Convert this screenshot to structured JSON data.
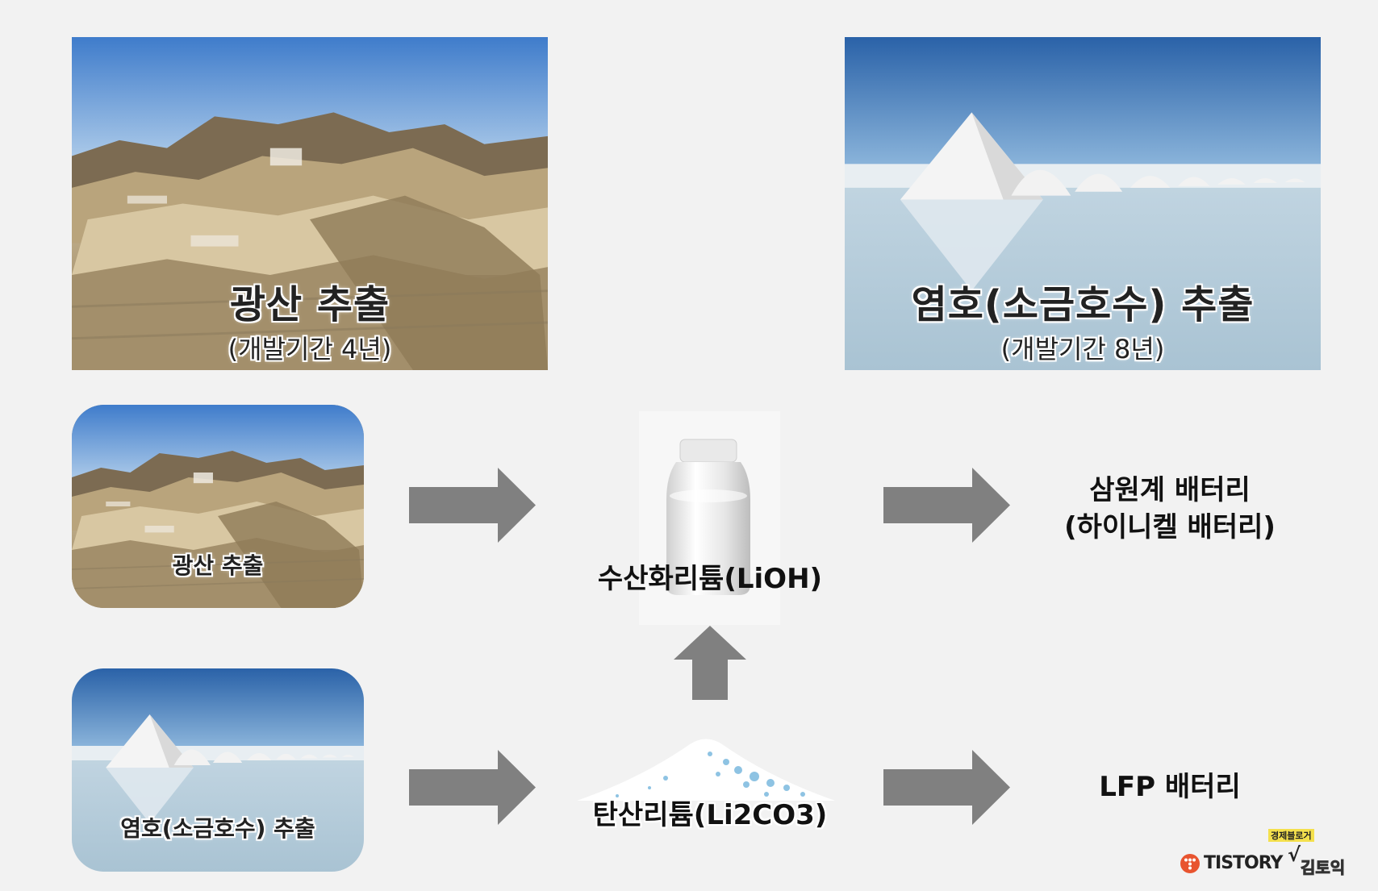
{
  "top": {
    "mine": {
      "title": "광산 추출",
      "subtitle": "(개발기간 4년)"
    },
    "salt": {
      "title": "염호(소금호수) 추출",
      "subtitle": "(개발기간 8년)"
    }
  },
  "flow": {
    "mine_label": "광산 추출",
    "salt_label": "염호(소금호수) 추출",
    "lioh_label": "수산화리튬(LiOH)",
    "li2co3_label": "탄산리튬(Li2CO3)",
    "ncm_line1": "삼원계 배터리",
    "ncm_line2": "(하이니켈 배터리)",
    "lfp_label": "LFP 배터리"
  },
  "watermark": {
    "tag": "경제블로거",
    "brand": "TISTORY",
    "check": "√",
    "author": "김토익"
  },
  "colors": {
    "background": "#f2f2f2",
    "arrow": "#808080",
    "tistory_orange": "#e8542f"
  }
}
